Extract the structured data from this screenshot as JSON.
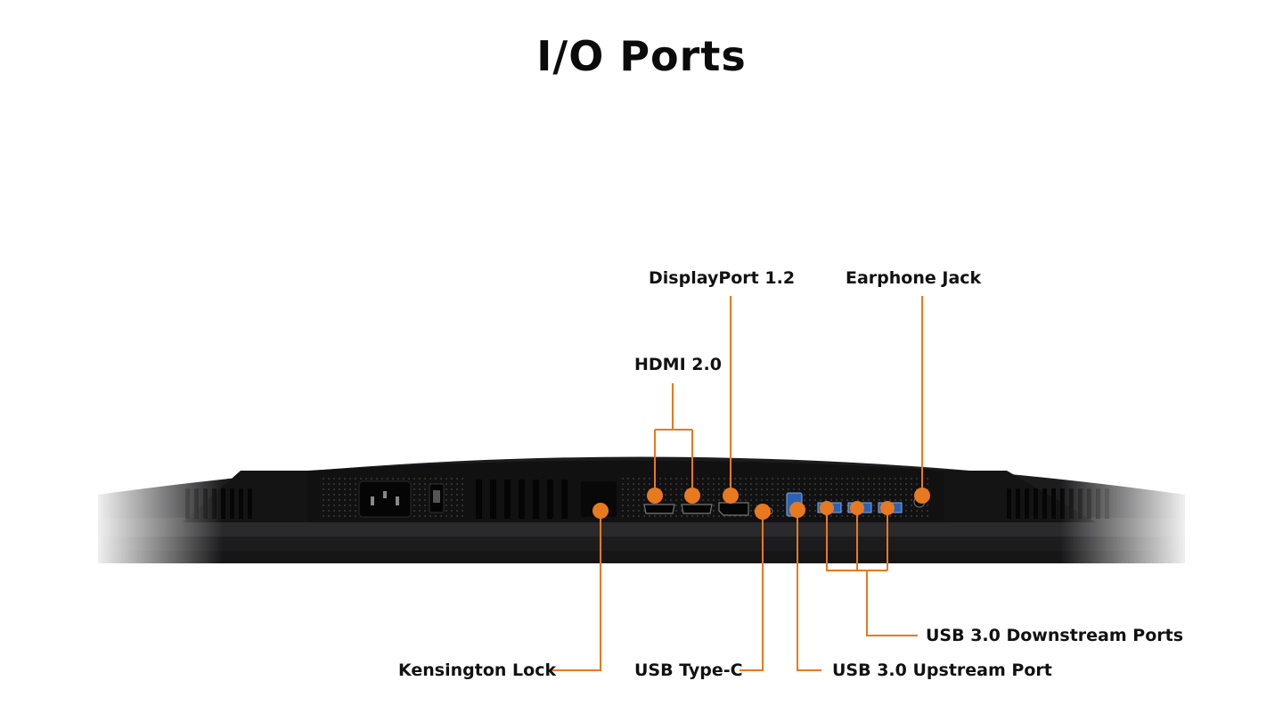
{
  "title": "I/O Ports",
  "colors": {
    "callout": "#e8791f",
    "bezel": "#1c1c1e",
    "background": "#ffffff"
  },
  "labels": {
    "displayport": "DisplayPort 1.2",
    "earphone": "Earphone Jack",
    "hdmi": "HDMI 2.0",
    "kensington": "Kensington Lock",
    "usb_type_c": "USB Type-C",
    "usb_upstream": "USB 3.0 Upstream Port",
    "usb_downstream": "USB 3.0 Downstream Ports"
  },
  "icons": [
    "power-inlet-icon",
    "power-switch-icon",
    "vent-icon"
  ]
}
